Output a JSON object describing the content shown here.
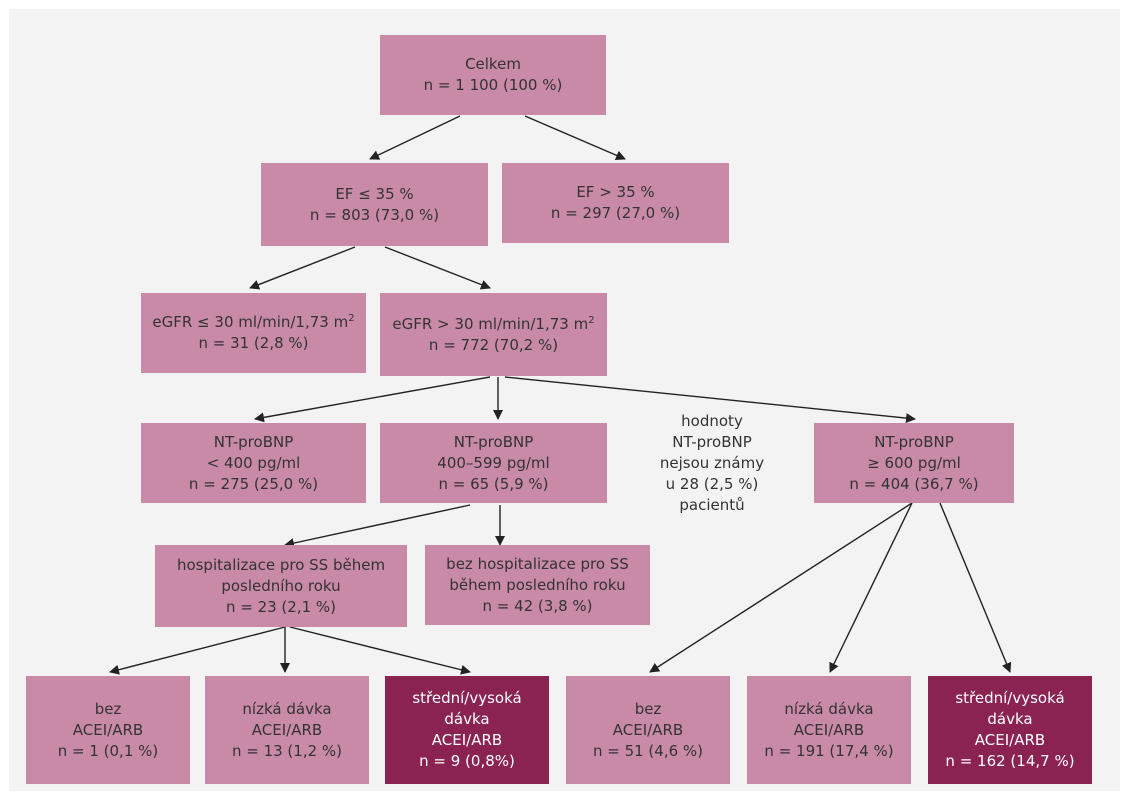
{
  "colors": {
    "node": "#c98aa8",
    "node_dark": "#8b2352",
    "background": "#f4f3f4",
    "arrow": "#222222"
  },
  "nodes": {
    "total": {
      "line1": "Celkem",
      "line2": "n = 1 100 (100 %)"
    },
    "ef_low": {
      "line1": "EF ≤ 35 %",
      "line2": "n = 803 (73,0 %)"
    },
    "ef_high": {
      "line1": "EF > 35 %",
      "line2": "n = 297 (27,0 %)"
    },
    "egfr_low": {
      "line1": "eGFR ≤ 30 ml/min/1,73 m",
      "sup": "2",
      "line2": "n = 31 (2,8 %)"
    },
    "egfr_high": {
      "line1": "eGFR > 30 ml/min/1,73 m",
      "sup": "2",
      "line2": "n = 772 (70,2 %)"
    },
    "bnp_low": {
      "line1": "NT-proBNP",
      "line2": "< 400 pg/ml",
      "line3": "n = 275 (25,0 %)"
    },
    "bnp_mid": {
      "line1": "NT-proBNP",
      "line2": "400–599 pg/ml",
      "line3": "n = 65 (5,9 %)"
    },
    "bnp_unknown": {
      "line1": "hodnoty",
      "line2": "NT-proBNP",
      "line3": "nejsou známy",
      "line4": "u 28 (2,5 %)",
      "line5": "pacientů"
    },
    "bnp_high": {
      "line1": "NT-proBNP",
      "line2": "≥ 600 pg/ml",
      "line3": "n = 404 (36,7 %)"
    },
    "hosp_yes": {
      "line1": "hospitalizace pro SS během",
      "line2": "posledního roku",
      "line3": "n = 23 (2,1 %)"
    },
    "hosp_no": {
      "line1": "bez hospitalizace pro SS",
      "line2": "během posledního roku",
      "line3": "n = 42 (3,8 %)"
    },
    "l_none": {
      "line1": "bez",
      "line2": "ACEI/ARB",
      "line3": "n = 1 (0,1 %)"
    },
    "l_low": {
      "line1": "nízká dávka",
      "line2": "ACEI/ARB",
      "line3": "n = 13 (1,2 %)"
    },
    "l_high": {
      "line1": "střední/vysoká",
      "line2": "dávka",
      "line3": "ACEI/ARB",
      "line4": "n = 9 (0,8%)"
    },
    "r_none": {
      "line1": "bez",
      "line2": "ACEI/ARB",
      "line3": "n = 51 (4,6 %)"
    },
    "r_low": {
      "line1": "nízká dávka",
      "line2": "ACEI/ARB",
      "line3": "n = 191 (17,4 %)"
    },
    "r_high": {
      "line1": "střední/vysoká",
      "line2": "dávka",
      "line3": "ACEI/ARB",
      "line4": "n = 162 (14,7 %)"
    }
  }
}
